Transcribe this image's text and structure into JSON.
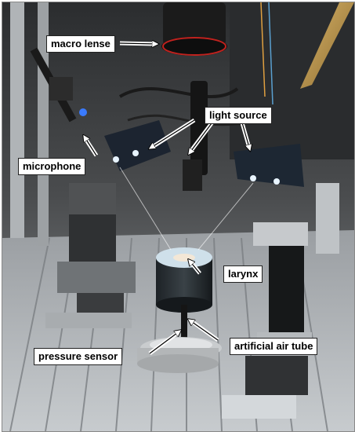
{
  "image": {
    "description_hidden": true,
    "labels": {
      "macro_lense": "macro lense",
      "light_source": "light source",
      "microphone": "microphone",
      "larynx": "larynx",
      "artificial_air_tube": "artificial air tube",
      "pressure_sensor": "pressure sensor"
    }
  }
}
